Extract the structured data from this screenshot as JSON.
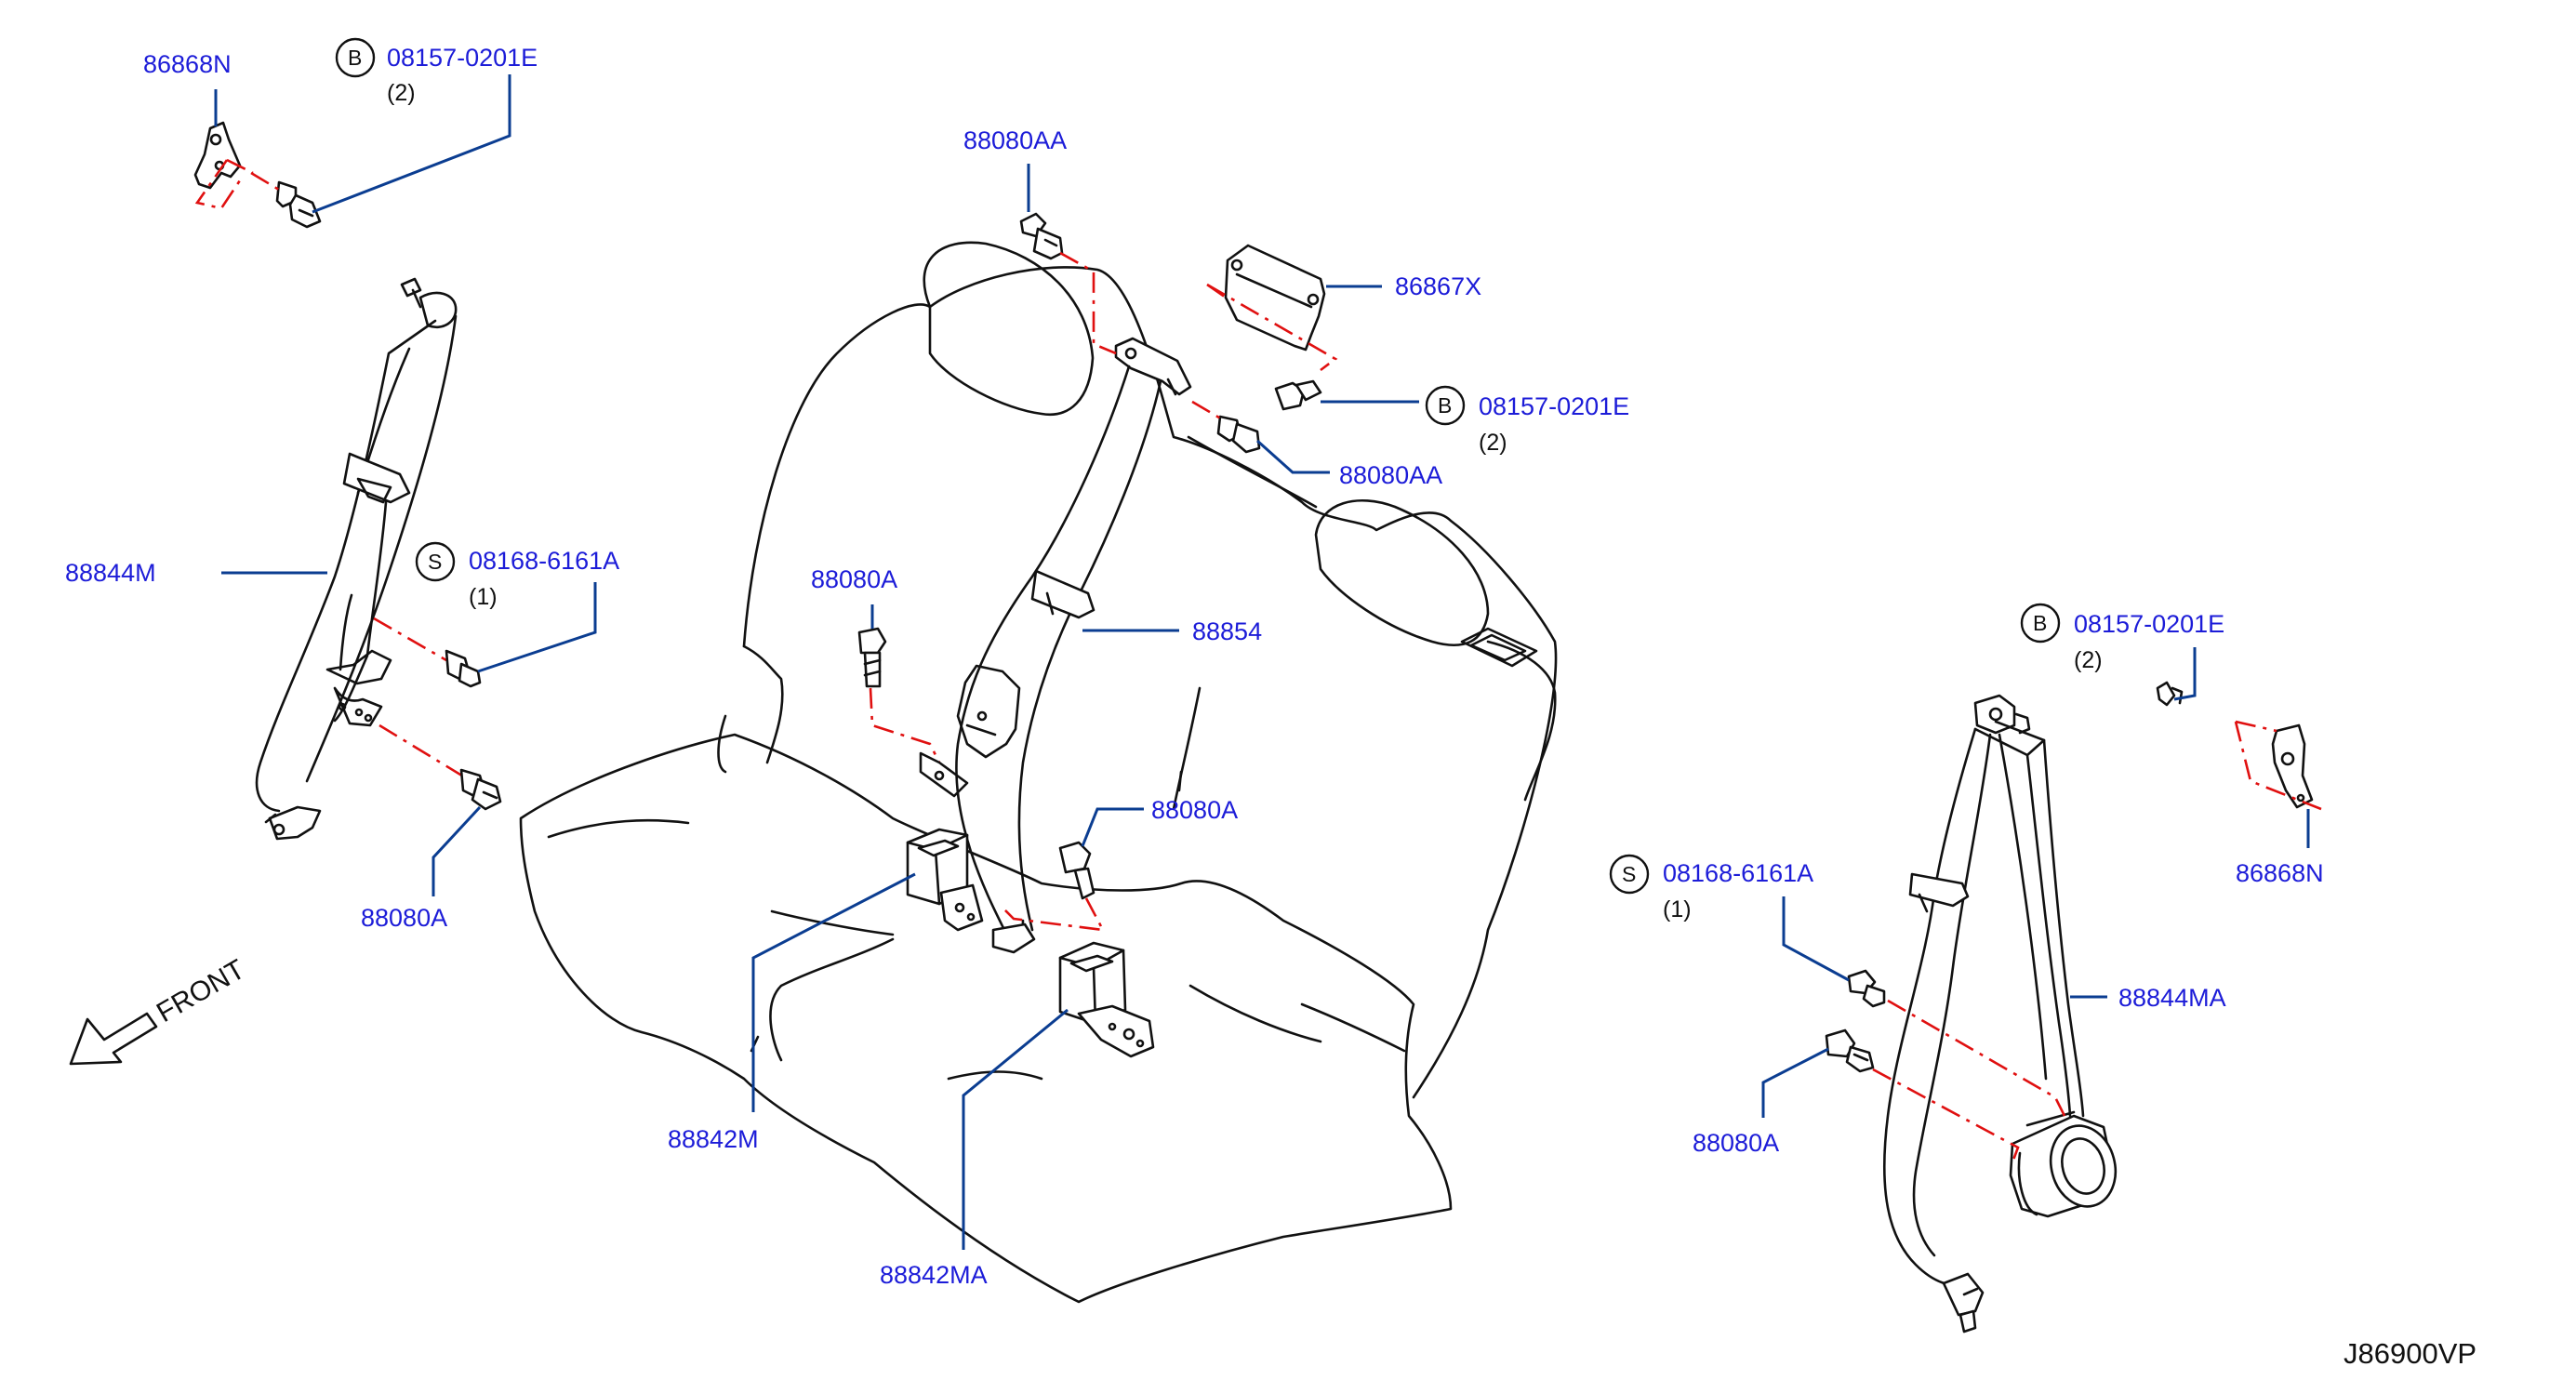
{
  "diagram_code": "J86900VP",
  "front_label": "FRONT",
  "callouts": [
    {
      "id": "c1",
      "part": "86868N"
    },
    {
      "id": "c2",
      "mark": "B",
      "part": "08157-0201E",
      "qty": "(2)"
    },
    {
      "id": "c3",
      "part": "88844M"
    },
    {
      "id": "c4",
      "mark": "S",
      "part": "08168-6161A",
      "qty": "(1)"
    },
    {
      "id": "c5",
      "part": "88080A"
    },
    {
      "id": "c6",
      "part": "88080AA"
    },
    {
      "id": "c7",
      "part": "86867X"
    },
    {
      "id": "c8",
      "mark": "B",
      "part": "08157-0201E",
      "qty": "(2)"
    },
    {
      "id": "c9",
      "part": "88080AA"
    },
    {
      "id": "c10",
      "part": "88080A"
    },
    {
      "id": "c11",
      "part": "88854"
    },
    {
      "id": "c12",
      "part": "88080A"
    },
    {
      "id": "c13",
      "part": "88842M"
    },
    {
      "id": "c14",
      "part": "88842MA"
    },
    {
      "id": "c15",
      "mark": "B",
      "part": "08157-0201E",
      "qty": "(2)"
    },
    {
      "id": "c16",
      "part": "86868N"
    },
    {
      "id": "c17",
      "mark": "S",
      "part": "08168-6161A",
      "qty": "(1)"
    },
    {
      "id": "c18",
      "part": "88844MA"
    },
    {
      "id": "c19",
      "part": "88080A"
    }
  ]
}
